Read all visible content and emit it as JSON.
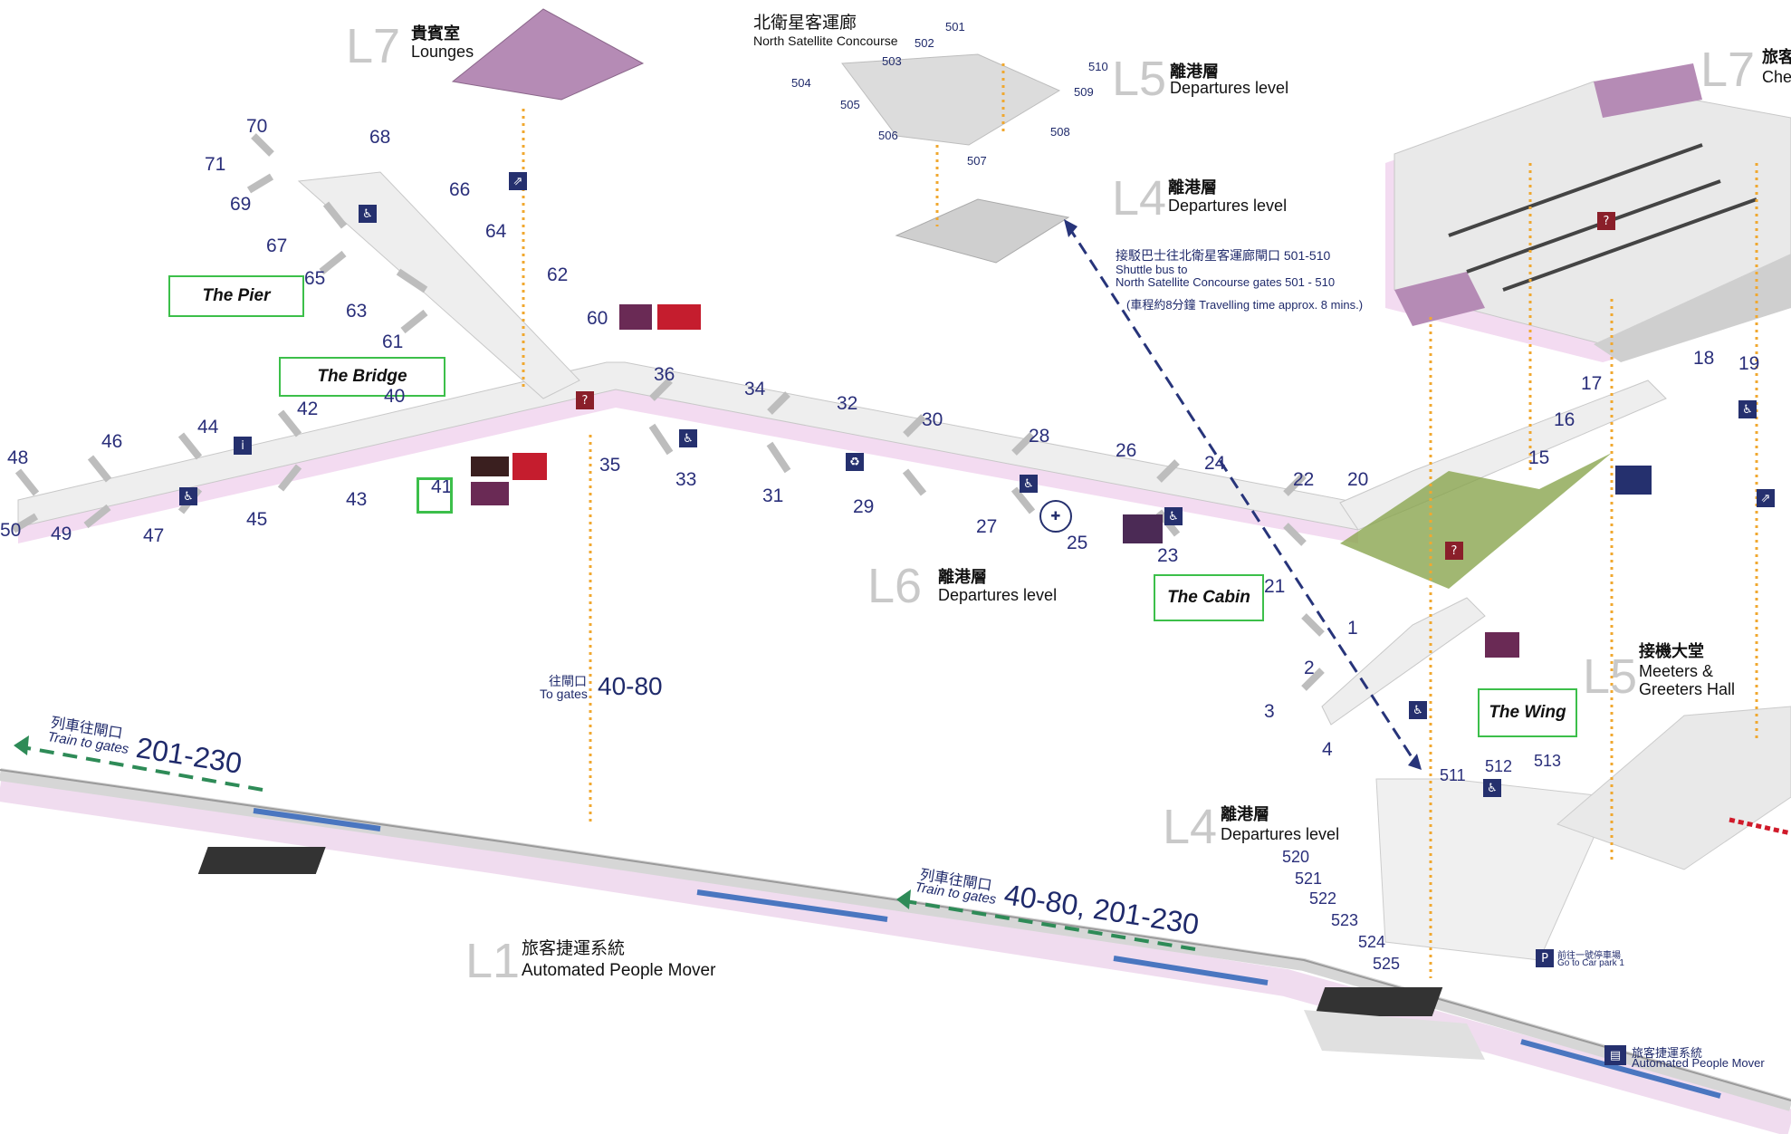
{
  "levels": {
    "l7_lounges": {
      "code": "L7",
      "zh": "貴賓室",
      "en": "Lounges"
    },
    "north_satellite": {
      "zh": "北衛星客運廊",
      "en": "North Satellite Concourse"
    },
    "l5_departures": {
      "code": "L5",
      "zh": "離港層",
      "en": "Departures level"
    },
    "l4_departures_top": {
      "code": "L4",
      "zh": "離港層",
      "en": "Departures level"
    },
    "l7_right": {
      "code": "L7",
      "zh": "旅客",
      "en": "Che"
    },
    "l6_departures": {
      "code": "L6",
      "zh": "離港層",
      "en": "Departures level"
    },
    "l5_meeters": {
      "code": "L5",
      "zh": "接機大堂",
      "en1": "Meeters &",
      "en2": "Greeters Hall"
    },
    "l4_departures_bottom": {
      "code": "L4",
      "zh": "離港層",
      "en": "Departures level"
    },
    "l1_apm": {
      "code": "L1",
      "zh": "旅客捷運系統",
      "en": "Automated People Mover"
    }
  },
  "shuttle": {
    "zh": "接駁巴士往北衛星客運廊閘口 501-510",
    "en1": "Shuttle bus to",
    "en2": "North Satellite Concourse gates 501 - 510",
    "time": "(車程約8分鐘 Travelling time approx. 8 mins.)"
  },
  "to_gates": {
    "zh": "往閘口",
    "en": "To gates",
    "range": "40-80"
  },
  "train_left": {
    "zh": "列車往閘口",
    "en": "Train to gates",
    "range": "201-230"
  },
  "train_mid": {
    "zh": "列車往閘口",
    "en": "Train to gates",
    "range": "40-80, 201-230"
  },
  "car_park": {
    "zh": "前往一號停車場",
    "en": "Go to Car park 1",
    "icon": "P"
  },
  "apm_legend": {
    "zh": "旅客捷運系統",
    "en": "Automated People Mover"
  },
  "lounges": {
    "pier": "The Pier",
    "bridge": "The Bridge",
    "cabin": "The Cabin",
    "wing": "The Wing"
  },
  "gates": [
    "70",
    "68",
    "71",
    "66",
    "69",
    "64",
    "67",
    "62",
    "65",
    "63",
    "60",
    "61",
    "40",
    "36",
    "42",
    "34",
    "32",
    "44",
    "30",
    "46",
    "28",
    "48",
    "26",
    "24",
    "22",
    "20",
    "50",
    "49",
    "47",
    "45",
    "43",
    "41",
    "35",
    "33",
    "31",
    "29",
    "27",
    "25",
    "23",
    "21",
    "18",
    "19",
    "17",
    "16",
    "15",
    "1",
    "2",
    "3",
    "4"
  ],
  "satellite_gates": [
    "501",
    "502",
    "503",
    "504",
    "505",
    "506",
    "507",
    "508",
    "509",
    "510"
  ],
  "bottom_gates": [
    "511",
    "512",
    "513",
    "520",
    "521",
    "522",
    "523",
    "524",
    "525"
  ],
  "colors": {
    "walkway": "#e8e8e8",
    "edge": "#c8c8c8",
    "gate_text": "#2a2f7a",
    "sign": "#25306e",
    "lounge_box": "#3cbf4a",
    "dotted": "#f0a830",
    "dashed_blue": "#27347a",
    "dashed_green": "#2e8b57",
    "purple": "#b58bb5",
    "yellow": "#f2d21b",
    "green_floor": "#6e8f3e"
  }
}
